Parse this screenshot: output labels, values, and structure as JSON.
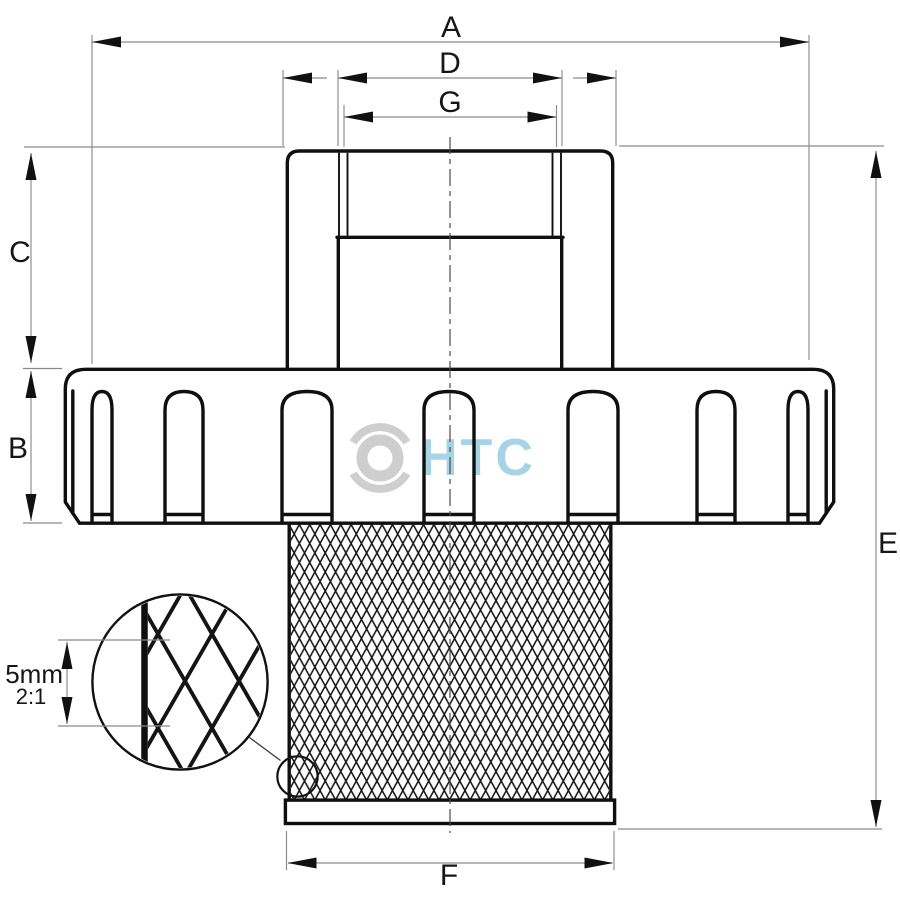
{
  "labels": {
    "a": "A",
    "b": "B",
    "c": "C",
    "d": "D",
    "e": "E",
    "f": "F",
    "g": "G"
  },
  "detail_view": {
    "size_label": "5mm",
    "scale_label": "2:1"
  },
  "watermark": {
    "text": "HTC",
    "text_color": "#9ecfe5",
    "emblem_color": "#c9c9c9"
  },
  "colors": {
    "outline": "#0f0f0f",
    "dimension_line": "#8a8a8a",
    "arrow": "#111111",
    "background": "#ffffff"
  }
}
